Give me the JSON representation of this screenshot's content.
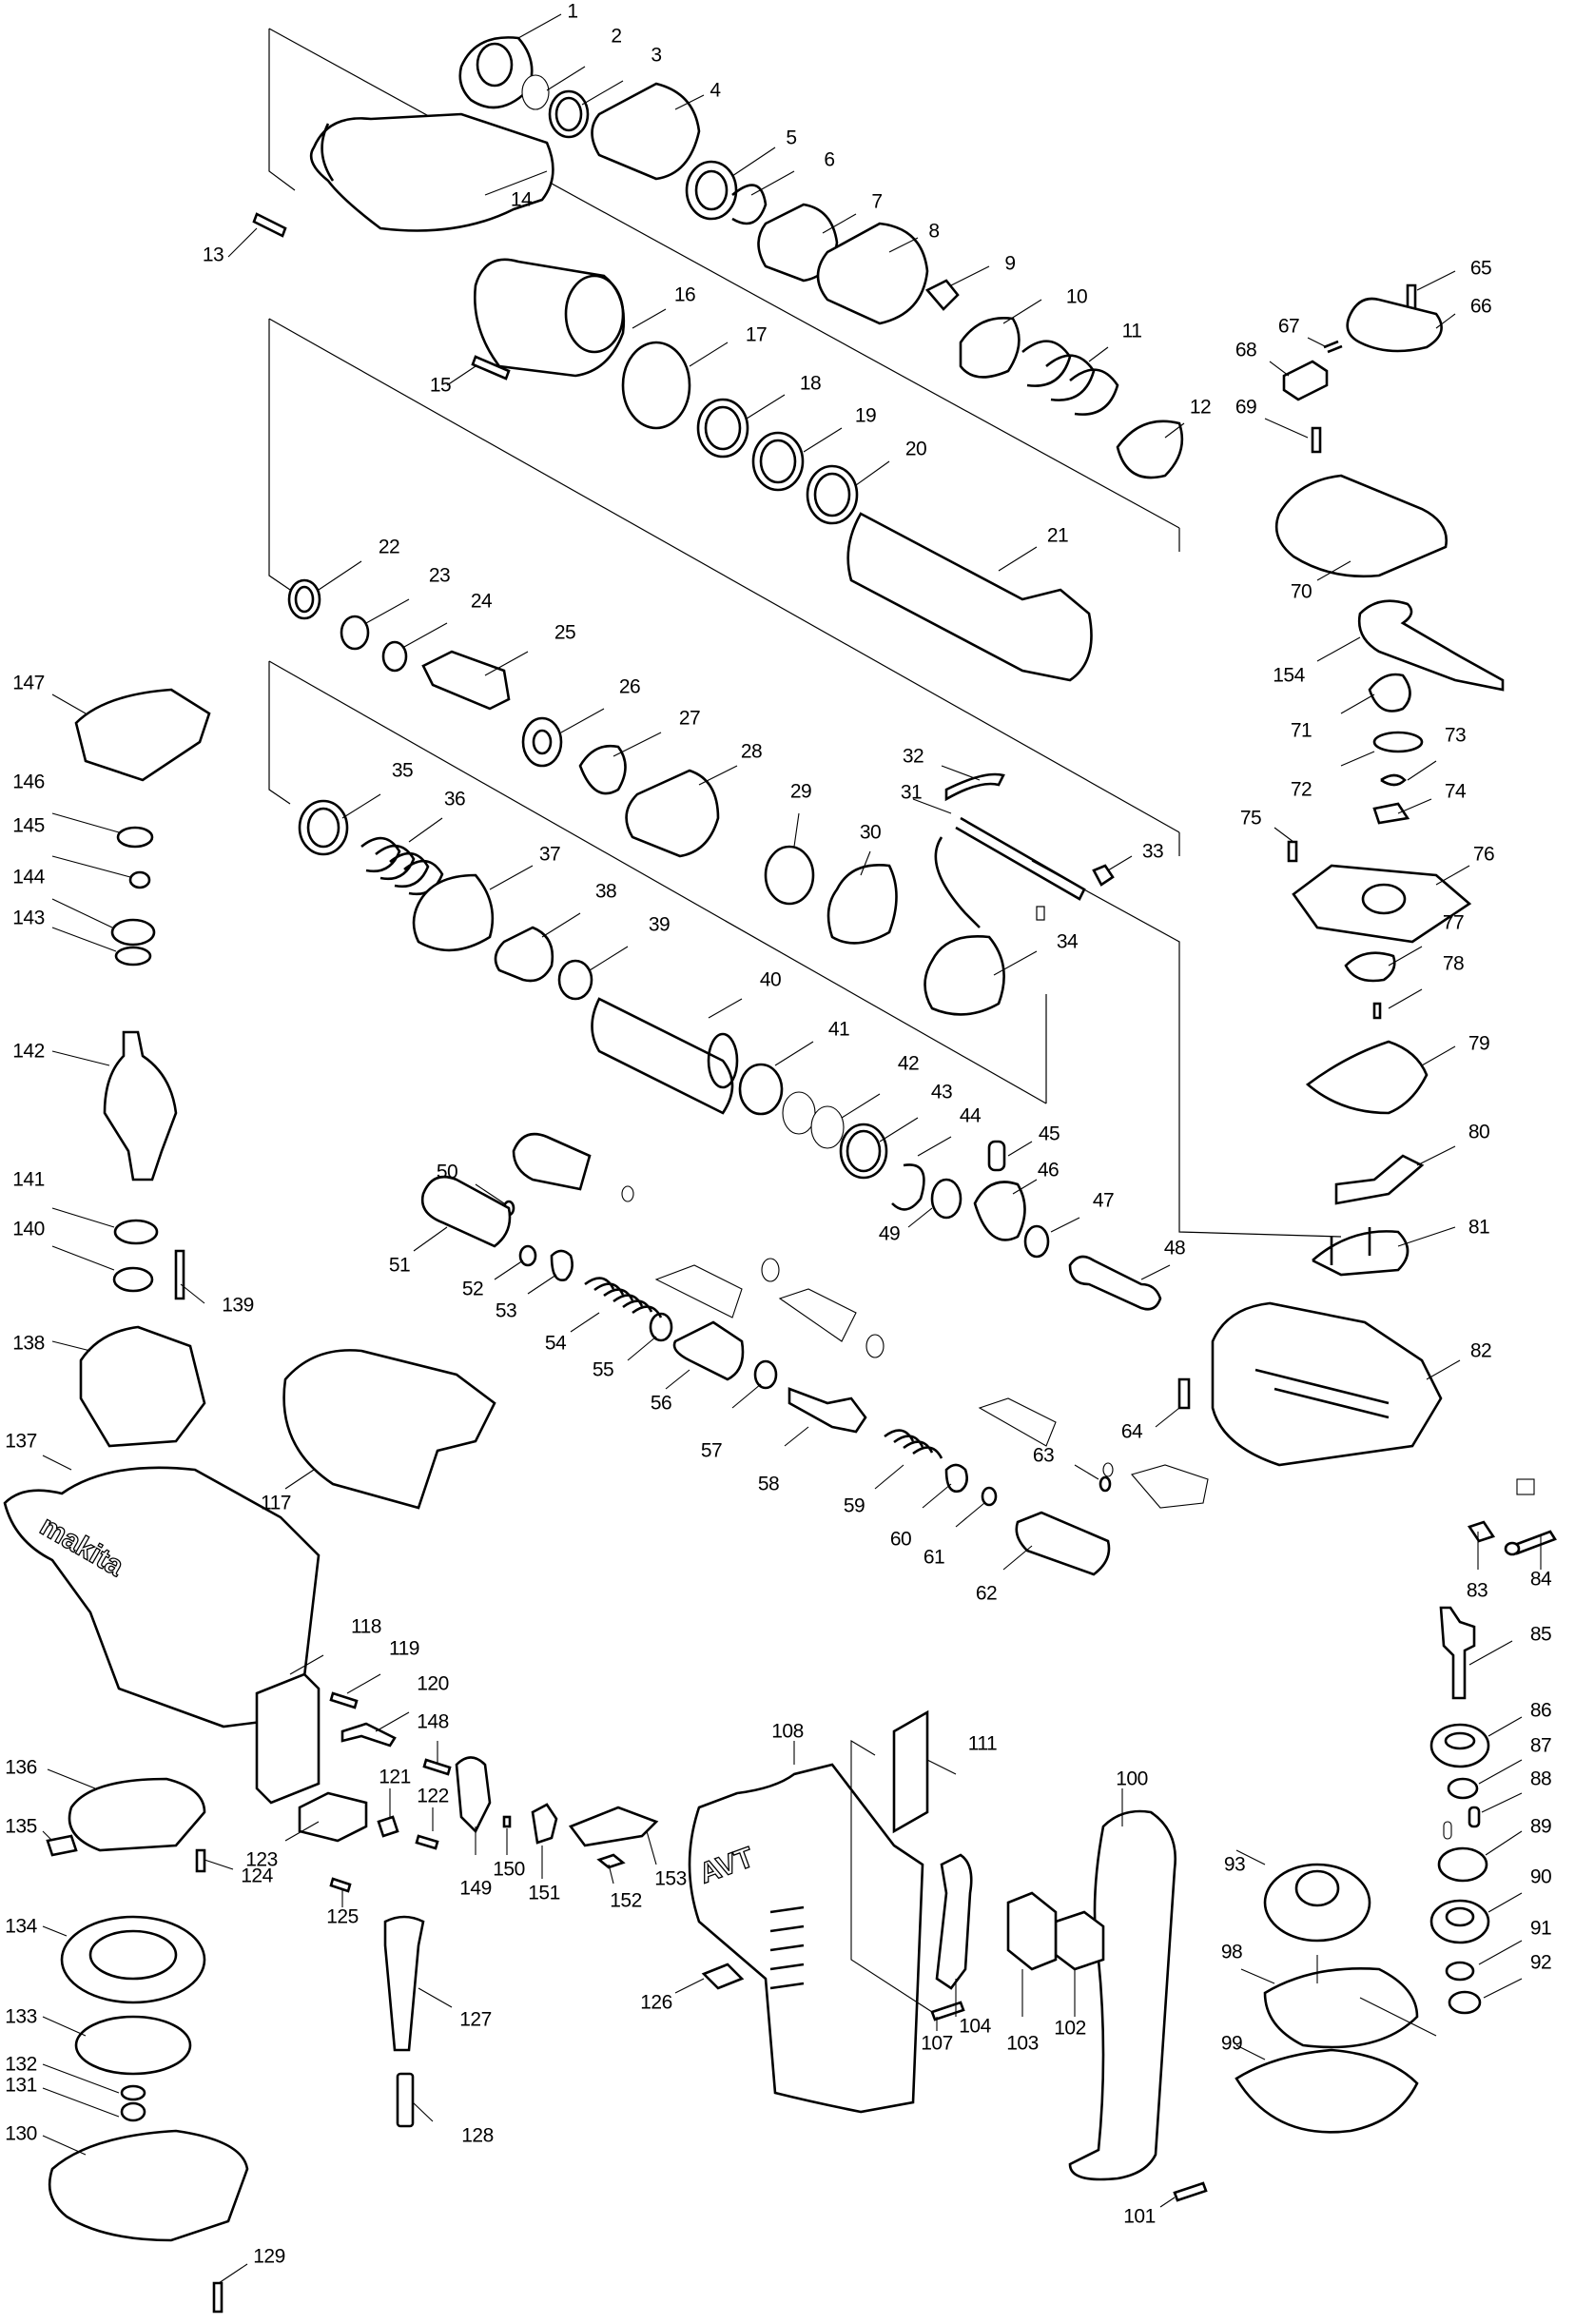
{
  "diagram": {
    "type": "exploded-parts-diagram",
    "brand_mark": "makita",
    "housing_mark": "AVT",
    "part_numbers": [
      "1",
      "2",
      "3",
      "4",
      "5",
      "6",
      "7",
      "8",
      "9",
      "10",
      "11",
      "12",
      "13",
      "14",
      "15",
      "16",
      "17",
      "18",
      "19",
      "20",
      "21",
      "22",
      "23",
      "24",
      "25",
      "26",
      "27",
      "28",
      "29",
      "30",
      "31",
      "32",
      "33",
      "34",
      "35",
      "36",
      "37",
      "38",
      "39",
      "40",
      "41",
      "42",
      "43",
      "44",
      "45",
      "46",
      "47",
      "48",
      "49",
      "50",
      "51",
      "52",
      "53",
      "54",
      "55",
      "56",
      "57",
      "58",
      "59",
      "60",
      "61",
      "62",
      "63",
      "64",
      "65",
      "66",
      "67",
      "68",
      "69",
      "70",
      "71",
      "72",
      "73",
      "74",
      "75",
      "76",
      "77",
      "78",
      "79",
      "80",
      "81",
      "82",
      "83",
      "84",
      "85",
      "86",
      "87",
      "88",
      "89",
      "90",
      "91",
      "92",
      "93",
      "98",
      "99",
      "100",
      "101",
      "102",
      "103",
      "104",
      "107",
      "108",
      "111",
      "117",
      "118",
      "119",
      "120",
      "121",
      "122",
      "123",
      "124",
      "125",
      "126",
      "127",
      "128",
      "129",
      "130",
      "131",
      "132",
      "133",
      "134",
      "135",
      "136",
      "137",
      "138",
      "139",
      "140",
      "141",
      "142",
      "143",
      "144",
      "145",
      "146",
      "147",
      "148",
      "149",
      "150",
      "151",
      "152",
      "153",
      "154"
    ]
  }
}
